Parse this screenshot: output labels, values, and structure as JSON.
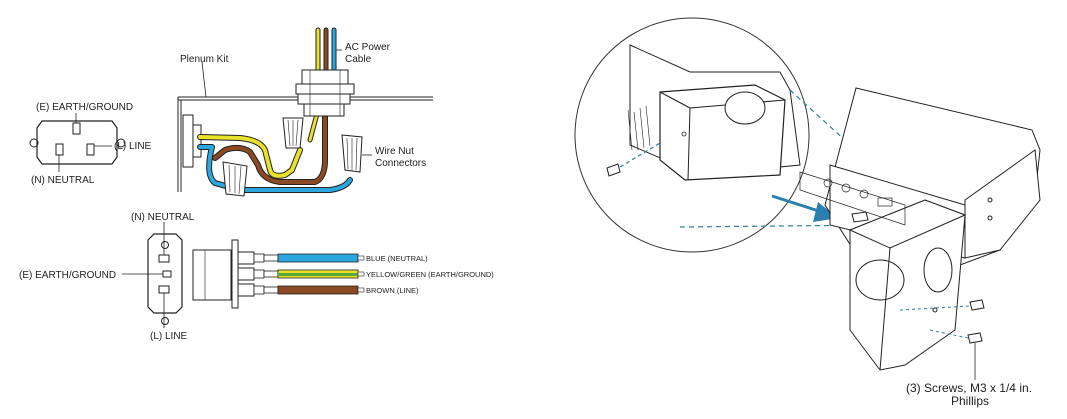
{
  "labels": {
    "plenum_kit": "Plenum Kit",
    "ac_power_cable_1": "AC Power",
    "ac_power_cable_2": "Cable",
    "wire_nut_1": "Wire Nut",
    "wire_nut_2": "Connectors",
    "iec_top": {
      "earth": "(E) EARTH/GROUND",
      "line": "(L) LINE",
      "neutral": "(N) NEUTRAL"
    },
    "iec_bottom": {
      "neutral": "(N) NEUTRAL",
      "earth": "(E) EARTH/GROUND",
      "line": "(L) LINE"
    },
    "wires": {
      "blue": "BLUE (NEUTRAL)",
      "yellow_green": "YELLOW/GREEN (EARTH/GROUND)",
      "brown": "BROWN (LINE)"
    },
    "screws_1": "(3) Screws, M3 x 1/4 in.",
    "screws_2": "Phillips"
  },
  "colors": {
    "neutral_wire": "#2ba6de",
    "earth_wire_yellow": "#e8e22a",
    "earth_wire_green": "#5aa83a",
    "line_wire": "#8b4a22",
    "callout_dash": "#2a7f9e",
    "arrow": "#2a7fae",
    "outline": "#222222"
  }
}
